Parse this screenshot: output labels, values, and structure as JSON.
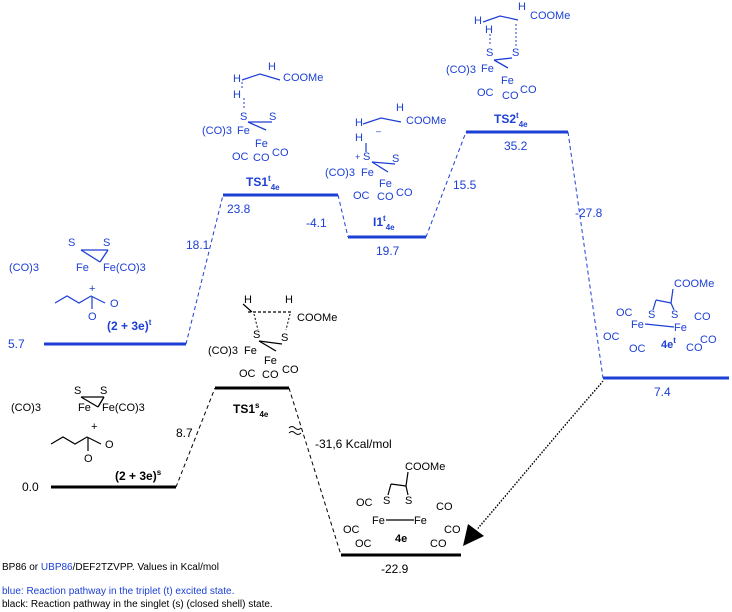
{
  "colors": {
    "triplet": "#1c3fd6",
    "singlet": "#000000"
  },
  "energy_unit": "Kcal/mol",
  "triplet_states": [
    {
      "id": "2+3e-t",
      "energy_label": "5.7"
    },
    {
      "id": "TS1-t",
      "energy_label": "23.8"
    },
    {
      "id": "I1-t",
      "energy_label": "19.7"
    },
    {
      "id": "TS2-t",
      "energy_label": "35.2"
    },
    {
      "id": "4e-t",
      "energy_label": "7.4"
    }
  ],
  "singlet_states": [
    {
      "id": "2+3e-s",
      "energy_label": "0.0"
    },
    {
      "id": "TS1-s",
      "energy_label": ""
    },
    {
      "id": "4e",
      "energy_label": "-22.9"
    }
  ],
  "barriers": {
    "t1": "18.1",
    "t2": "-4.1",
    "t3": "15.5",
    "t4": "-27.8",
    "s1": "8.7",
    "s2": "-31,6 Kcal/mol"
  },
  "labels": {
    "r_t_main": "(2 + 3e)",
    "r_t_sup": "t",
    "r_s_main": "(2 + 3e)",
    "r_s_sup": "s",
    "ts1t_main": "TS1",
    "ts1t_sup": "t",
    "ts1t_sub": "4e",
    "i1t_main": "I1",
    "i1t_sup": "t",
    "i1t_sub": "4e",
    "ts2t_main": "TS2",
    "ts2t_sup": "t",
    "ts2t_sub": "4e",
    "ts1s_main": "TS1",
    "ts1s_sup": "s",
    "ts1s_sub": "4e",
    "p4et_main": "4e",
    "p4et_sup": "t",
    "p4es_main": "4e"
  },
  "chem": {
    "S": "S",
    "Fe": "Fe",
    "H": "H",
    "CO": "CO",
    "OC": "OC",
    "CO3_left": "(CO)3",
    "CO3_right": "Fe(CO)3",
    "COOMe": "COOMe",
    "plus": "+",
    "plus_charge": "+",
    "minus_charge": "–",
    "O": "O"
  },
  "footer": {
    "method_pre": "BP86 or ",
    "method_mid": "UBP86",
    "method_post": "/DEF2TZVPP. Values in Kcal/mol",
    "legend_blue": "blue: Reaction pathway in the triplet (t) excited state.",
    "legend_black": "black: Reaction pathway in the singlet (s) (closed shell) state."
  }
}
